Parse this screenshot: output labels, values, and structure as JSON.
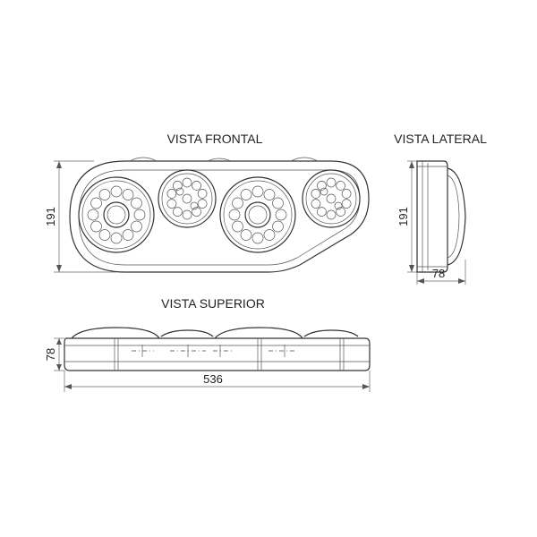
{
  "views": {
    "front": {
      "title": "VISTA FRONTAL",
      "height_dim": "191"
    },
    "side": {
      "title": "VISTA LATERAL",
      "height_dim": "191",
      "width_dim": "78"
    },
    "top": {
      "title": "VISTA SUPERIOR",
      "height_dim": "78",
      "width_dim": "536"
    }
  }
}
